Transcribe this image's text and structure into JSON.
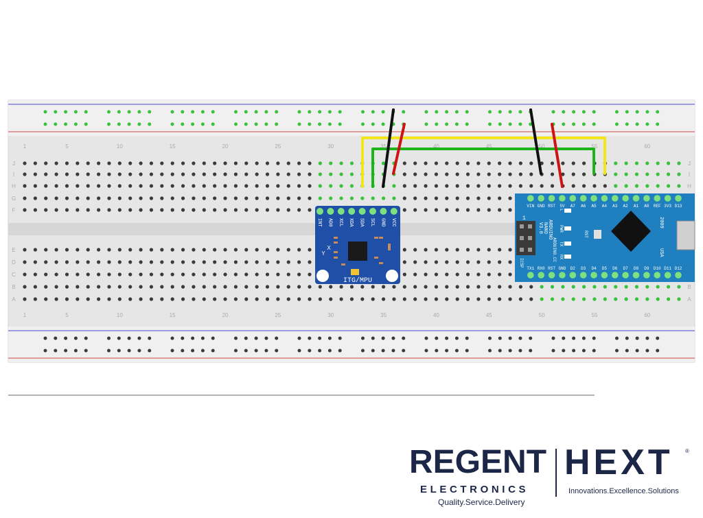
{
  "breadboard": {
    "column_numbers": [
      "1",
      "5",
      "10",
      "15",
      "20",
      "25",
      "30",
      "35",
      "40",
      "45",
      "50",
      "55",
      "60"
    ],
    "row_letters_top": [
      "J",
      "I",
      "H",
      "G",
      "F"
    ],
    "row_letters_bottom": [
      "E",
      "D",
      "C",
      "B",
      "A"
    ]
  },
  "mpu_module": {
    "pins": [
      "INT",
      "AD0",
      "XCL",
      "XDA",
      "SDA",
      "SCL",
      "GND",
      "VCC"
    ],
    "label": "ITG/MPU",
    "axis_x": "X",
    "axis_y": "Y"
  },
  "arduino_nano": {
    "top_pins": [
      "D13",
      "3V3",
      "REF",
      "A0",
      "A1",
      "A2",
      "A3",
      "A4",
      "A5",
      "A6",
      "A7",
      "5V",
      "RST",
      "GND",
      "VIN"
    ],
    "bottom_pins": [
      "D12",
      "D11",
      "D10",
      "D9",
      "D8",
      "D7",
      "D6",
      "D5",
      "D4",
      "D3",
      "D2",
      "GND",
      "RST",
      "RX0",
      "TX1"
    ],
    "name_line1": "ARDUINO",
    "name_line2": "NANO",
    "version": "V3.0",
    "site": "ARDUINO.CC",
    "year": "2009",
    "country": "USA",
    "icsp": "ICSP",
    "icsp_num": "1",
    "led_l": "L",
    "led_pwr": "PWR",
    "led_tx": "TX",
    "led_rx": "RX",
    "rst_label": "RST"
  },
  "wire_colors": {
    "yellow": "#f2e61a",
    "green": "#1db31d",
    "black": "#111111",
    "red": "#cc1414"
  },
  "logos": {
    "regent_title": "REGENT",
    "regent_subtitle": "ELECTRONICS",
    "regent_tagline": "Quality.Service.Delivery",
    "hext_title": "HEXT",
    "hext_tagline": "Innovations.Excellence.Solutions",
    "registered": "®"
  }
}
